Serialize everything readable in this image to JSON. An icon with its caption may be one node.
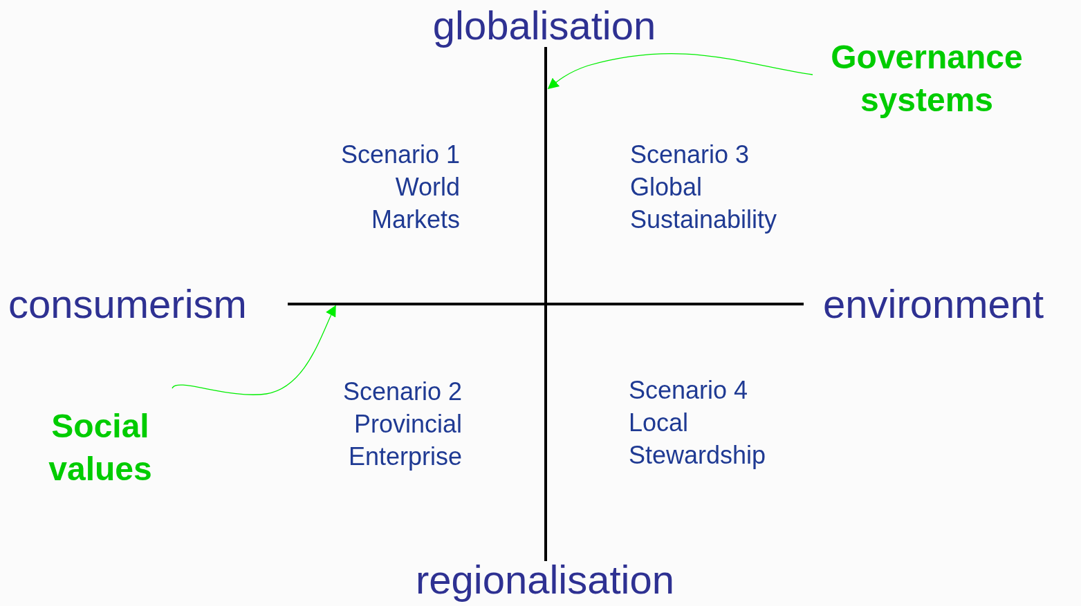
{
  "diagram": {
    "nodes": [
      {
        "text": [
          "Governance systems"
        ]
      },
      {
        "text": [],
        "shape": "line"
      },
      {
        "text": [
          "Social values"
        ]
      },
      {
        "text": [],
        "shape": "line"
      }
    ],
    "edges": [
      {
        "from": 0,
        "to": 1,
        "arrow": "to"
      },
      {
        "from": 2,
        "to": 3,
        "arrow": "to"
      }
    ],
    "labels": [
      "globalisation",
      "Scenario 1 World Markets",
      "Scenario 3 Global Sustainability",
      "consumerism",
      "environment",
      "Scenario 2 Provincial Enterprise",
      "Scenario 4 Local Stewardship",
      "regionalisation"
    ]
  }
}
